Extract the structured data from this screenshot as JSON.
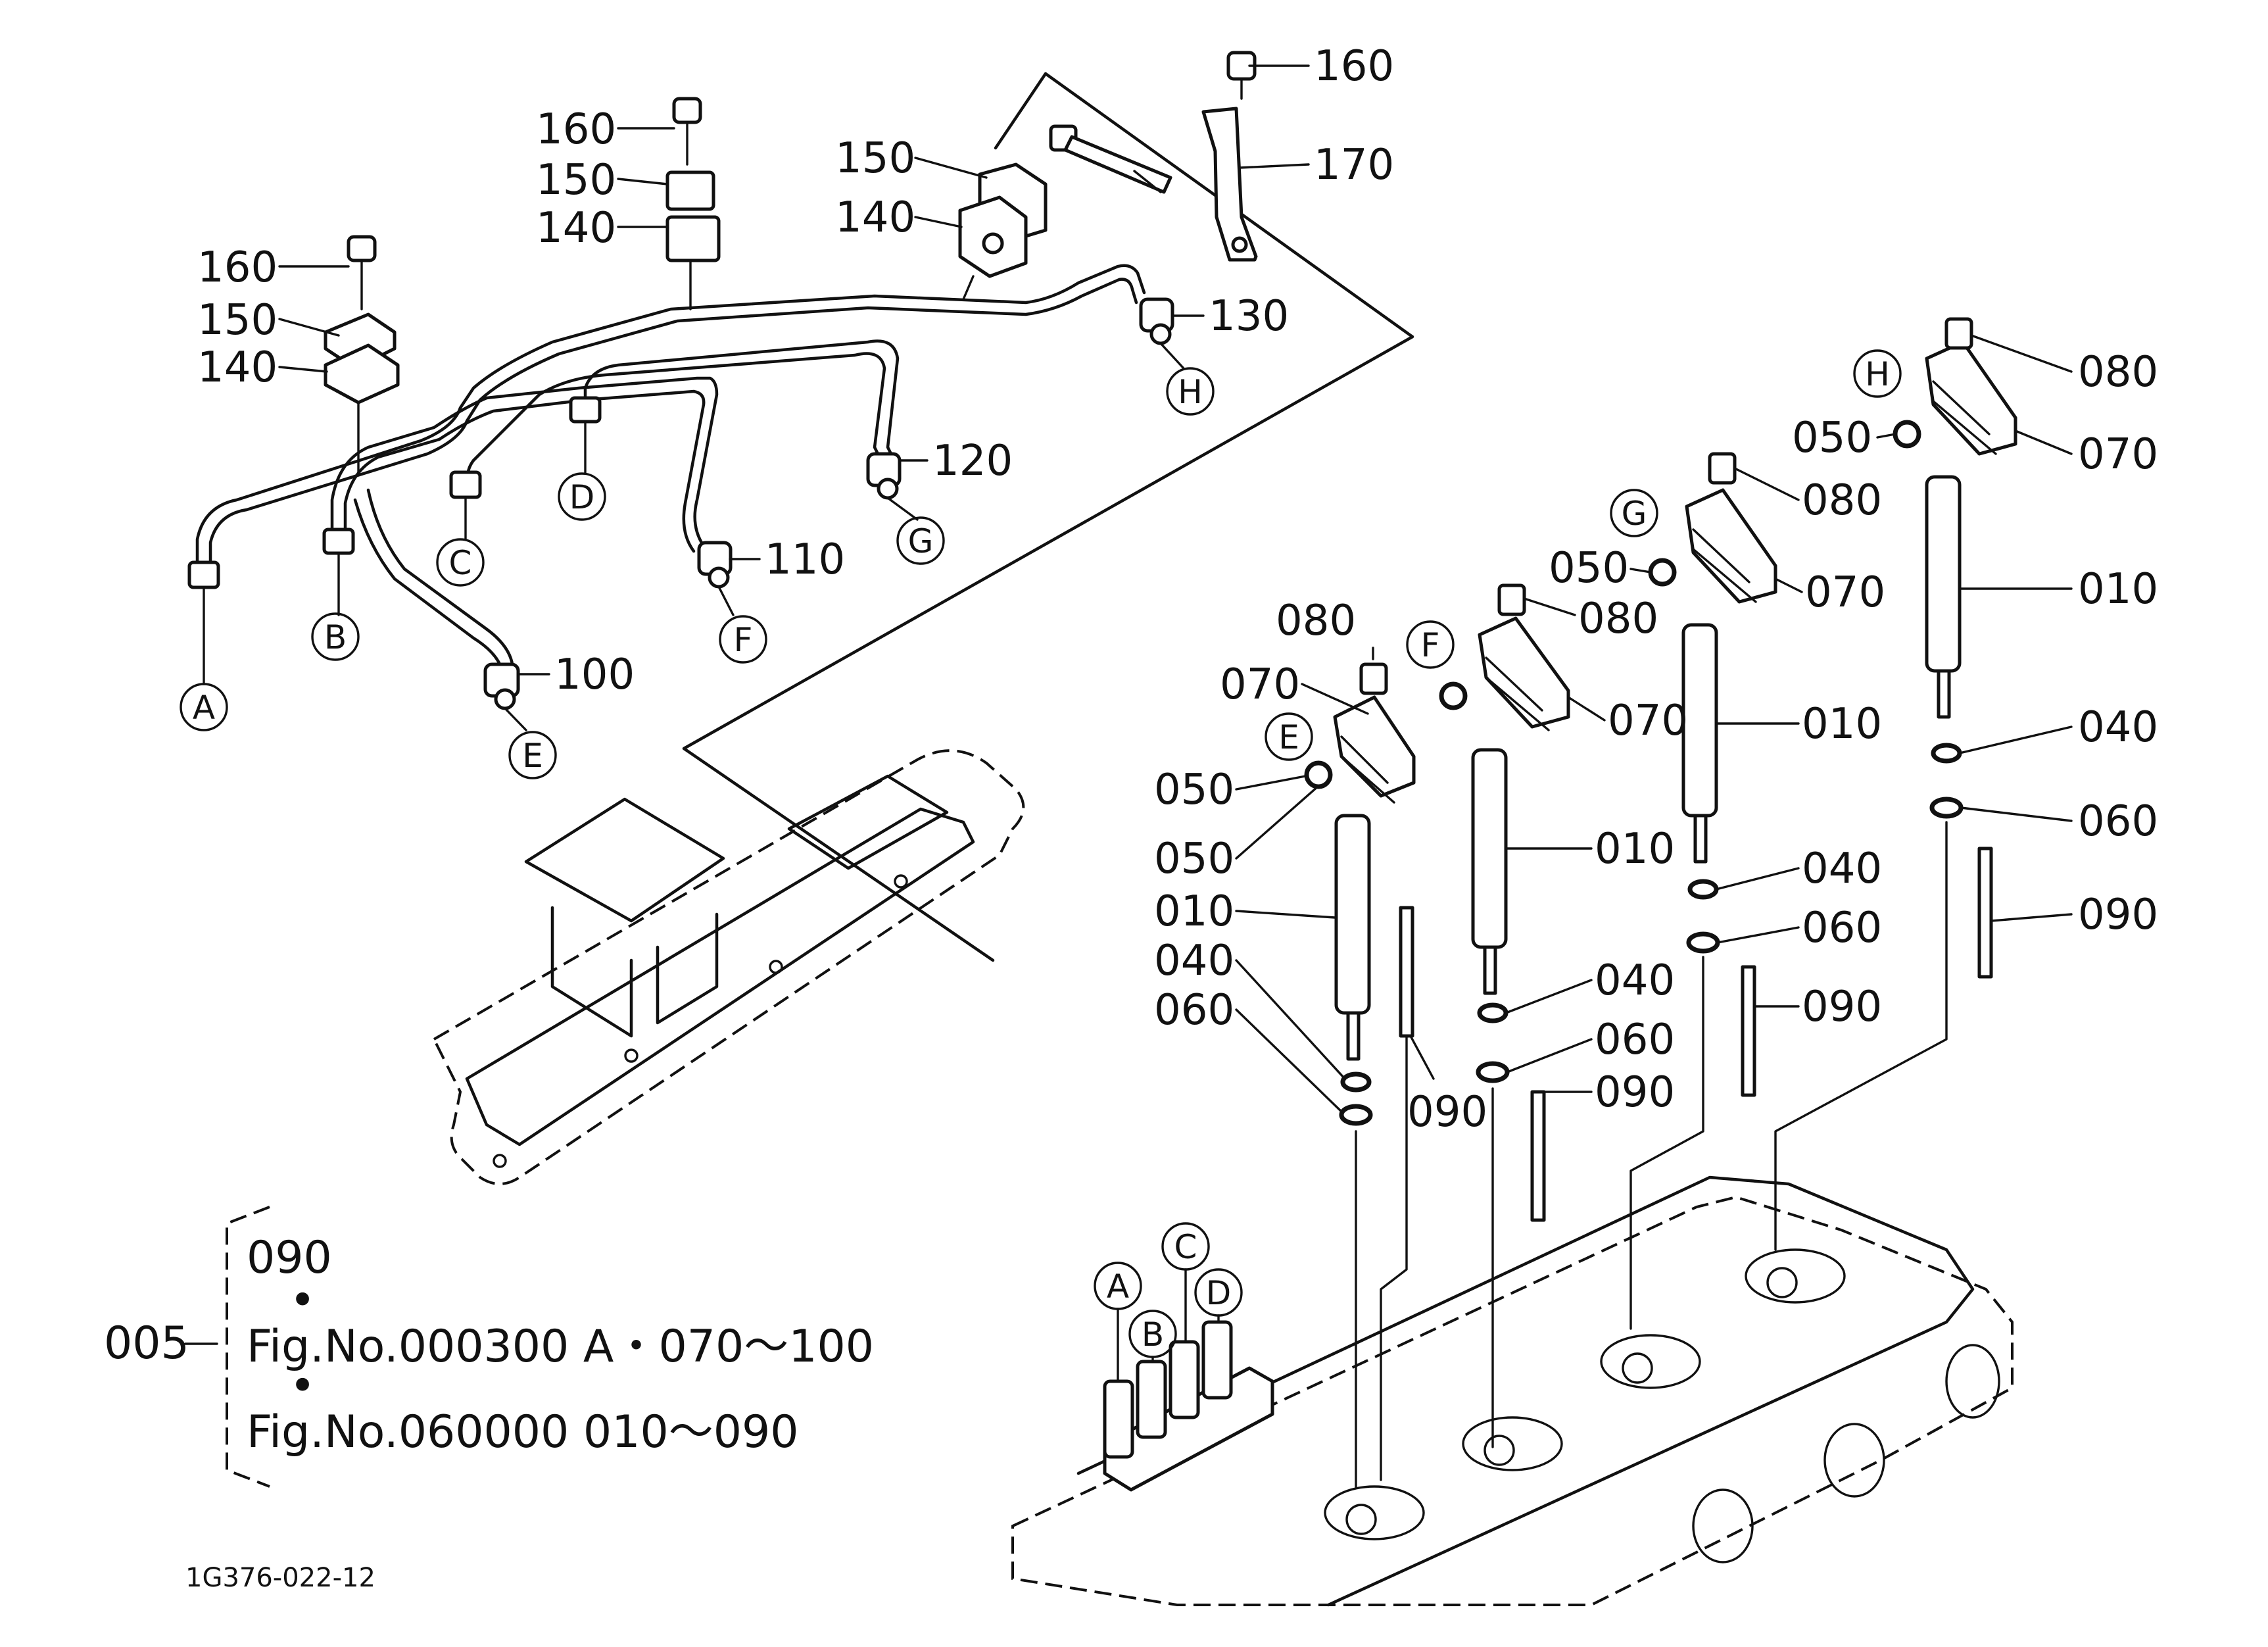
{
  "drawing_code": "1G376-022-12",
  "colors": {
    "line": "#111111",
    "background": "#ffffff"
  },
  "assembly_note": {
    "number": "005",
    "line1": "090",
    "line2": "Fig.No.000300  A・070～100",
    "line3": "Fig.No.060000  010～090",
    "dot": "•"
  },
  "callouts": {
    "c160a": "160",
    "c170": "170",
    "c150a": "150",
    "c140a": "140",
    "c160b": "160",
    "c150b": "150",
    "c140b": "140",
    "c160c": "160",
    "c150c": "150",
    "c140c": "140",
    "c130": "130",
    "c120": "120",
    "c110": "110",
    "c100": "100",
    "n080_1": "080",
    "n070_1": "070",
    "n050_1a": "050",
    "n050_1b": "050",
    "n010_1": "010",
    "n040_1": "040",
    "n060_1": "060",
    "n090_1": "090",
    "n080_2": "080",
    "n070_2": "070",
    "n010_2": "010",
    "n040_2": "040",
    "n060_2": "060",
    "n090_2": "090",
    "n050_3": "050",
    "n080_3": "080",
    "n070_3": "070",
    "n010_3": "010",
    "n040_3": "040",
    "n060_3": "060",
    "n090_3": "090",
    "n050_4": "050",
    "n080_4": "080",
    "n070_4": "070",
    "n010_4": "010",
    "n040_4": "040",
    "n060_4": "060",
    "n090_4": "090"
  },
  "markers": {
    "A": "A",
    "B": "B",
    "C": "C",
    "D": "D",
    "E": "E",
    "F": "F",
    "G": "G",
    "H": "H",
    "E2": "E",
    "F2": "F",
    "G2": "G",
    "H2": "H",
    "A3": "A",
    "B3": "B",
    "C3": "C",
    "D3": "D"
  }
}
